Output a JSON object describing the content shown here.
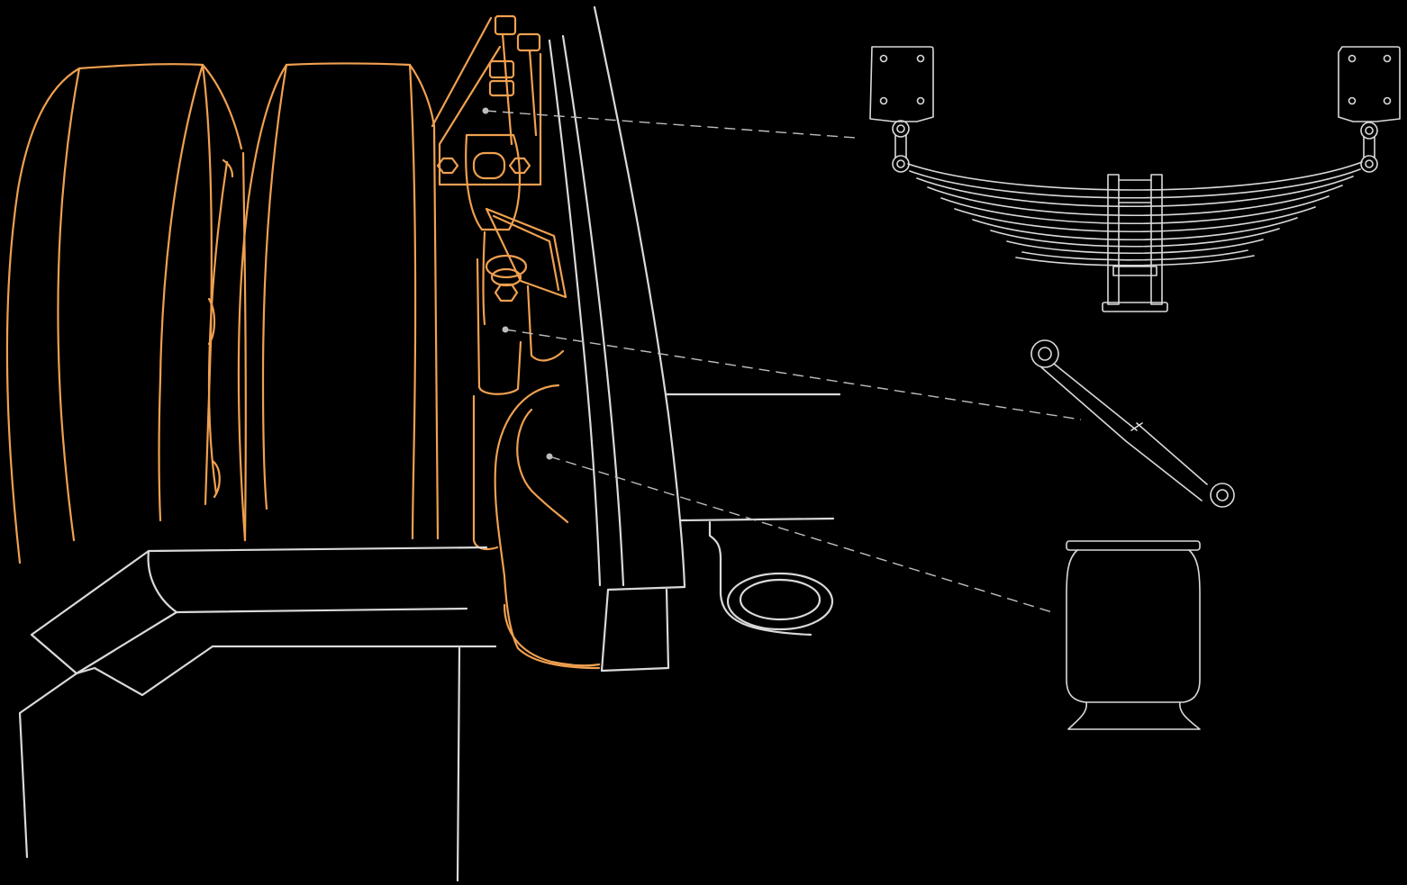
{
  "diagram": {
    "background": "#000000",
    "colors": {
      "highlight": "#f0a050",
      "outline": "#d9d9d9",
      "leader": "#bdbdbd"
    },
    "callouts": [
      {
        "name": "leaf-spring",
        "icon": "leaf-spring-icon"
      },
      {
        "name": "shock-absorber",
        "icon": "shock-absorber-icon"
      },
      {
        "name": "air-spring",
        "icon": "air-spring-icon"
      }
    ]
  }
}
